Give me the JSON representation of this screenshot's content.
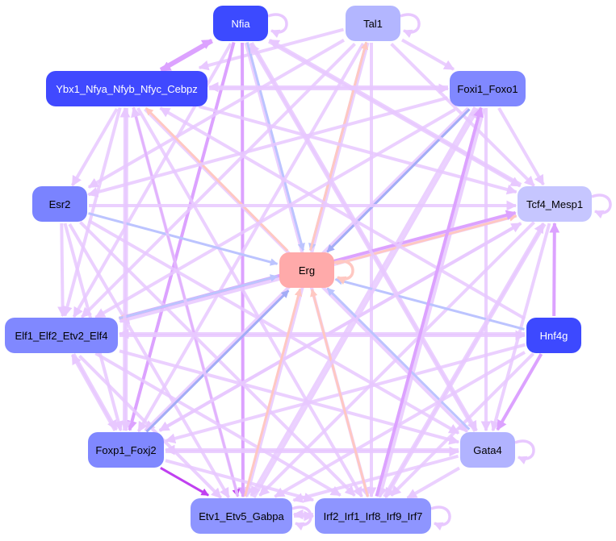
{
  "colors": {
    "edge": "#e8c8ff",
    "edge_mid": "#dca2ff",
    "edge_strong": "#c040f0",
    "edge_blue": "#bcc4ff",
    "edge_blue2": "#a3acf6",
    "edge_peach": "#ffc8c2"
  },
  "nodes": [
    {
      "id": "Nfia",
      "label": "Nfia",
      "fill": "#3c4aff",
      "text": "#ffffff",
      "w": 68
    },
    {
      "id": "Tal1",
      "label": "Tal1",
      "fill": "#b3b6ff",
      "text": "#000000",
      "w": 68
    },
    {
      "id": "Ybx1",
      "label": "Ybx1_Nfya_Nfyb_Nfyc_Cebpz",
      "fill": "#4049ff",
      "text": "#ffffff",
      "w": 200
    },
    {
      "id": "Foxi1",
      "label": "Foxi1_Foxo1",
      "fill": "#8088ff",
      "text": "#000000",
      "w": 94
    },
    {
      "id": "Esr2",
      "label": "Esr2",
      "fill": "#7a83ff",
      "text": "#000000",
      "w": 68
    },
    {
      "id": "Tcf4",
      "label": "Tcf4_Mesp1",
      "fill": "#c6c6ff",
      "text": "#000000",
      "w": 92
    },
    {
      "id": "Erg",
      "label": "Erg",
      "fill": "#ffaaaa",
      "text": "#000000",
      "w": 68
    },
    {
      "id": "Elf1",
      "label": "Elf1_Elf2_Etv2_Elf4",
      "fill": "#8088ff",
      "text": "#000000",
      "w": 140
    },
    {
      "id": "Hnf4g",
      "label": "Hnf4g",
      "fill": "#3d49ff",
      "text": "#ffffff",
      "w": 68
    },
    {
      "id": "Foxp1",
      "label": "Foxp1_Foxj2",
      "fill": "#8088ff",
      "text": "#000000",
      "w": 94
    },
    {
      "id": "Gata4",
      "label": "Gata4",
      "fill": "#b1b3ff",
      "text": "#000000",
      "w": 68
    },
    {
      "id": "Etv1",
      "label": "Etv1_Etv5_Gabpa",
      "fill": "#8e95ff",
      "text": "#000000",
      "w": 126
    },
    {
      "id": "Irf2",
      "label": "Irf2_Irf1_Irf8_Irf9_Irf7",
      "fill": "#8e95ff",
      "text": "#000000",
      "w": 144
    }
  ],
  "self_loops": [
    0,
    1,
    5,
    6,
    10,
    11,
    12
  ],
  "edges": [
    [
      0,
      2,
      "edge_mid"
    ],
    [
      2,
      0,
      "edge_mid"
    ],
    [
      1,
      2,
      "edge"
    ],
    [
      0,
      11,
      "edge_mid"
    ],
    [
      0,
      12,
      "edge"
    ],
    [
      0,
      9,
      "edge_mid"
    ],
    [
      0,
      7,
      "edge"
    ],
    [
      0,
      10,
      "edge"
    ],
    [
      0,
      5,
      "edge"
    ],
    [
      0,
      6,
      "edge_blue"
    ],
    [
      1,
      3,
      "edge"
    ],
    [
      1,
      5,
      "edge"
    ],
    [
      1,
      9,
      "edge"
    ],
    [
      1,
      11,
      "edge"
    ],
    [
      1,
      12,
      "edge"
    ],
    [
      1,
      7,
      "edge"
    ],
    [
      1,
      4,
      "edge"
    ],
    [
      1,
      6,
      "edge_blue"
    ],
    [
      6,
      1,
      "edge_peach"
    ],
    [
      2,
      3,
      "edge"
    ],
    [
      3,
      2,
      "edge"
    ],
    [
      2,
      4,
      "edge"
    ],
    [
      2,
      9,
      "edge"
    ],
    [
      2,
      7,
      "edge"
    ],
    [
      2,
      11,
      "edge_strong"
    ],
    [
      2,
      12,
      "edge"
    ],
    [
      2,
      10,
      "edge"
    ],
    [
      2,
      5,
      "edge"
    ],
    [
      6,
      2,
      "edge_peach"
    ],
    [
      3,
      4,
      "edge"
    ],
    [
      3,
      7,
      "edge"
    ],
    [
      3,
      9,
      "edge"
    ],
    [
      3,
      11,
      "edge"
    ],
    [
      3,
      12,
      "edge"
    ],
    [
      3,
      5,
      "edge"
    ],
    [
      3,
      10,
      "edge"
    ],
    [
      3,
      6,
      "edge_blue2"
    ],
    [
      5,
      0,
      "edge"
    ],
    [
      4,
      5,
      "edge"
    ],
    [
      4,
      7,
      "edge"
    ],
    [
      4,
      9,
      "edge"
    ],
    [
      4,
      11,
      "edge"
    ],
    [
      4,
      12,
      "edge"
    ],
    [
      4,
      10,
      "edge"
    ],
    [
      4,
      6,
      "edge_blue"
    ],
    [
      5,
      7,
      "edge"
    ],
    [
      5,
      9,
      "edge"
    ],
    [
      5,
      11,
      "edge"
    ],
    [
      5,
      12,
      "edge"
    ],
    [
      5,
      10,
      "edge"
    ],
    [
      6,
      5,
      "edge_peach"
    ],
    [
      7,
      5,
      "edge_mid"
    ],
    [
      7,
      8,
      "edge"
    ],
    [
      8,
      7,
      "edge"
    ],
    [
      7,
      9,
      "edge"
    ],
    [
      9,
      7,
      "edge"
    ],
    [
      7,
      11,
      "edge"
    ],
    [
      7,
      12,
      "edge"
    ],
    [
      7,
      10,
      "edge"
    ],
    [
      6,
      7,
      "edge_peach"
    ],
    [
      7,
      6,
      "edge_blue"
    ],
    [
      8,
      5,
      "edge_mid"
    ],
    [
      8,
      10,
      "edge_mid"
    ],
    [
      8,
      9,
      "edge"
    ],
    [
      8,
      11,
      "edge"
    ],
    [
      8,
      12,
      "edge"
    ],
    [
      8,
      6,
      "edge_blue"
    ],
    [
      8,
      2,
      "edge"
    ],
    [
      9,
      10,
      "edge"
    ],
    [
      9,
      11,
      "edge_strong"
    ],
    [
      9,
      12,
      "edge"
    ],
    [
      9,
      6,
      "edge_blue2"
    ],
    [
      9,
      2,
      "edge"
    ],
    [
      9,
      5,
      "edge"
    ],
    [
      10,
      11,
      "edge"
    ],
    [
      10,
      12,
      "edge"
    ],
    [
      10,
      9,
      "edge"
    ],
    [
      10,
      6,
      "edge_blue"
    ],
    [
      10,
      0,
      "edge"
    ],
    [
      11,
      12,
      "edge"
    ],
    [
      12,
      11,
      "edge"
    ],
    [
      11,
      6,
      "edge_peach"
    ],
    [
      12,
      6,
      "edge_peach"
    ],
    [
      11,
      3,
      "edge"
    ],
    [
      12,
      3,
      "edge_mid"
    ],
    [
      12,
      5,
      "edge"
    ],
    [
      11,
      2,
      "edge"
    ]
  ]
}
